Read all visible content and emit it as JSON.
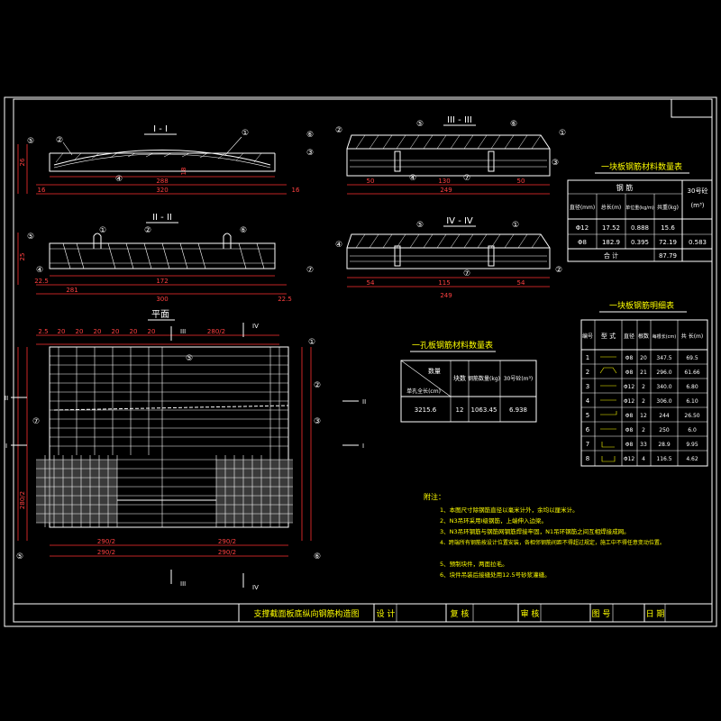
{
  "drawing": {
    "title": "先张法空心板梁钢筋布置图（示意）",
    "title_block": {
      "drawing_name": "支撑截面板底纵向钢筋构造图",
      "design": "设 计",
      "review": "复 核",
      "check": "审 核",
      "figure_no": "图 号",
      "date": "日 期"
    },
    "colors": {
      "background": "#000000",
      "line": "#ffffff",
      "dimension": "#ff3030",
      "label": "#ffff00"
    }
  },
  "sections": {
    "s1": {
      "title": "I - I",
      "dims": [
        "288",
        "320",
        "16",
        "16",
        "26",
        "18"
      ],
      "callouts": [
        "⑤",
        "②",
        "①",
        "⑥",
        "③",
        "④"
      ]
    },
    "s2": {
      "title": "II - II",
      "dims": [
        "22.5",
        "172",
        "281",
        "300",
        "22.5",
        "25"
      ],
      "callouts": [
        "⑤",
        "①",
        "②",
        "⑥",
        "⑦",
        "④"
      ]
    },
    "s3": {
      "title": "III - III",
      "dims": [
        "50",
        "130",
        "50",
        "249"
      ],
      "callouts": [
        "②",
        "⑤",
        "⑥",
        "①",
        "③",
        "④",
        "⑦"
      ]
    },
    "s4": {
      "title": "IV - IV",
      "dims": [
        "54",
        "115",
        "54",
        "249"
      ],
      "callouts": [
        "④",
        "⑤",
        "①",
        "②",
        "⑦"
      ]
    }
  },
  "plan": {
    "title": "平面",
    "top_dims": [
      "2.5",
      "20",
      "20",
      "20",
      "20",
      "20",
      "20",
      "280/2"
    ],
    "bottom_dims": [
      "290/2",
      "290/2",
      "290/2",
      "290/2"
    ],
    "left_dims": [
      "280/2"
    ],
    "section_marks": [
      "III",
      "IV",
      "III",
      "IV",
      "II",
      "I",
      "II",
      "I"
    ],
    "callouts": [
      "①",
      "②",
      "⑦",
      "⑤",
      "③",
      "⑤",
      "⑥"
    ]
  },
  "tables": {
    "material_per_slab": {
      "title": "一块板钢筋材料数量表",
      "header": [
        "钢 筋",
        "30号砼"
      ],
      "subheader": [
        "直径(mm)",
        "总长(m)",
        "单位重(kg/m)",
        "共重(kg)",
        "(m³)"
      ],
      "rows": [
        [
          "Φ12",
          "17.52",
          "0.888",
          "15.6",
          ""
        ],
        [
          "Φ8",
          "182.9",
          "0.395",
          "72.19",
          "0.583"
        ]
      ],
      "total": [
        "合  计",
        "87.79"
      ]
    },
    "material_per_span": {
      "title": "一孔板钢筋材料数量表",
      "header": [
        "数量",
        "块数",
        "钢筋数量(kg)",
        "30号砼(m³)"
      ],
      "row_head": "单孔全长(cm)",
      "rows": [
        [
          "3215.6",
          "12",
          "1063.45",
          "6.938"
        ]
      ]
    },
    "rebar_detail": {
      "title": "一块板钢筋明细表",
      "header": [
        "编号",
        "型 式",
        "直径",
        "根数",
        "每根长(cm)",
        "共 长(m)"
      ],
      "rows": [
        [
          "1",
          "",
          "Φ8",
          "20",
          "347.5",
          "69.5"
        ],
        [
          "2",
          "",
          "Φ8",
          "21",
          "296.0",
          "61.66"
        ],
        [
          "3",
          "",
          "Φ12",
          "2",
          "340.0",
          "6.80"
        ],
        [
          "4",
          "",
          "Φ12",
          "2",
          "306.0",
          "6.10"
        ],
        [
          "5",
          "",
          "Φ8",
          "12",
          "244",
          "26.50"
        ],
        [
          "6",
          "",
          "Φ8",
          "2",
          "250",
          "6.0"
        ],
        [
          "7",
          "",
          "Φ8",
          "33",
          "28.9",
          "9.95"
        ],
        [
          "8",
          "",
          "Φ12",
          "4",
          "116.5",
          "4.62"
        ]
      ]
    }
  },
  "notes": {
    "heading": "附注：",
    "items": [
      "1、本图尺寸除钢筋直径以毫米计外，余均以厘米计。",
      "2、N3吊环采用I级钢筋，上端伸入边梁。",
      "3、N3吊环钢筋与钢筋网钢筋焊接牢固，N1吊环钢筋之间互相焊接成网。",
      "4、跨端所有钢筋按设计位置安装，各相邻钢筋间距不得超过规定，施工中不得任意变动位置。",
      "5、预制块件，两面拉毛。",
      "6、块件吊装后接缝处用12.5号砂浆灌缝。"
    ]
  }
}
